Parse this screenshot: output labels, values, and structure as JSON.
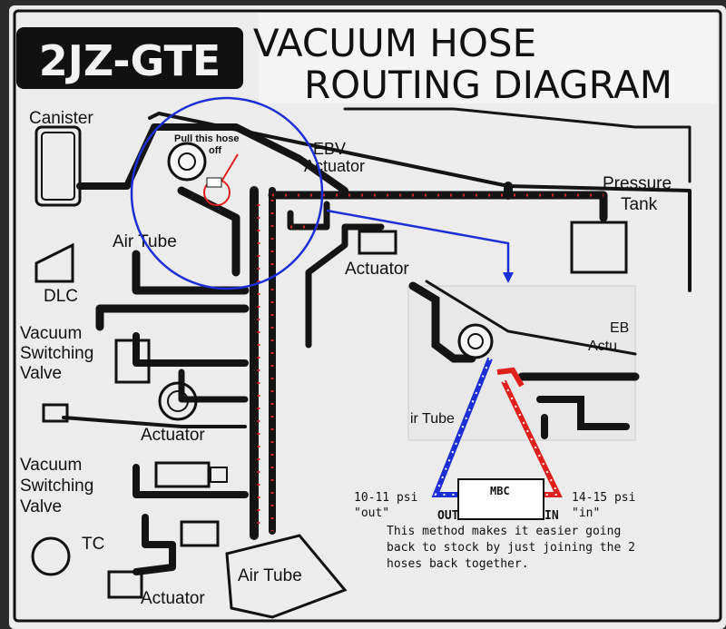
{
  "header": {
    "engine": "2JZ-GTE",
    "title_line1": "VACUUM HOSE",
    "title_line2": "ROUTING DIAGRAM"
  },
  "labels": {
    "canister": "Canister",
    "ebv": "EBV",
    "ebv_actuator": "Actuator",
    "pressure": "Pressure",
    "tank": "Tank",
    "air_tube_top": "Air Tube",
    "actuator_mid": "Actuator",
    "dlc": "DLC",
    "vsv1_l1": "Vacuum",
    "vsv1_l2": "Switching",
    "vsv1_l3": "Valve",
    "actuator_circle": "Actuator",
    "vsv2_l1": "Vacuum",
    "vsv2_l2": "Switching",
    "vsv2_l3": "Valve",
    "tc": "TC",
    "air_tube_bottom": "Air Tube",
    "actuator_bottom": "Actuator"
  },
  "annotation": {
    "pull_l1": "Pull this hose",
    "pull_l2": "off"
  },
  "inset": {
    "ebv_partial": "EB",
    "actuator_partial": "Actu",
    "air_tube_partial": "ir Tube",
    "mbc": "MBC",
    "out": "OUT",
    "in": "IN",
    "left_psi": "10-11 psi",
    "left_port": "\"out\"",
    "right_psi": "14-15 psi",
    "right_port": "\"in\"",
    "note_l1": "This method makes it easier going",
    "note_l2": "back to stock by just joining the 2",
    "note_l3": "hoses back together."
  },
  "colors": {
    "label_bg": "#efefef",
    "ink": "#111111",
    "highlight_blue": "#1c2fd6",
    "highlight_red": "#e0201c",
    "hose_red_dots": "#d8282a"
  }
}
